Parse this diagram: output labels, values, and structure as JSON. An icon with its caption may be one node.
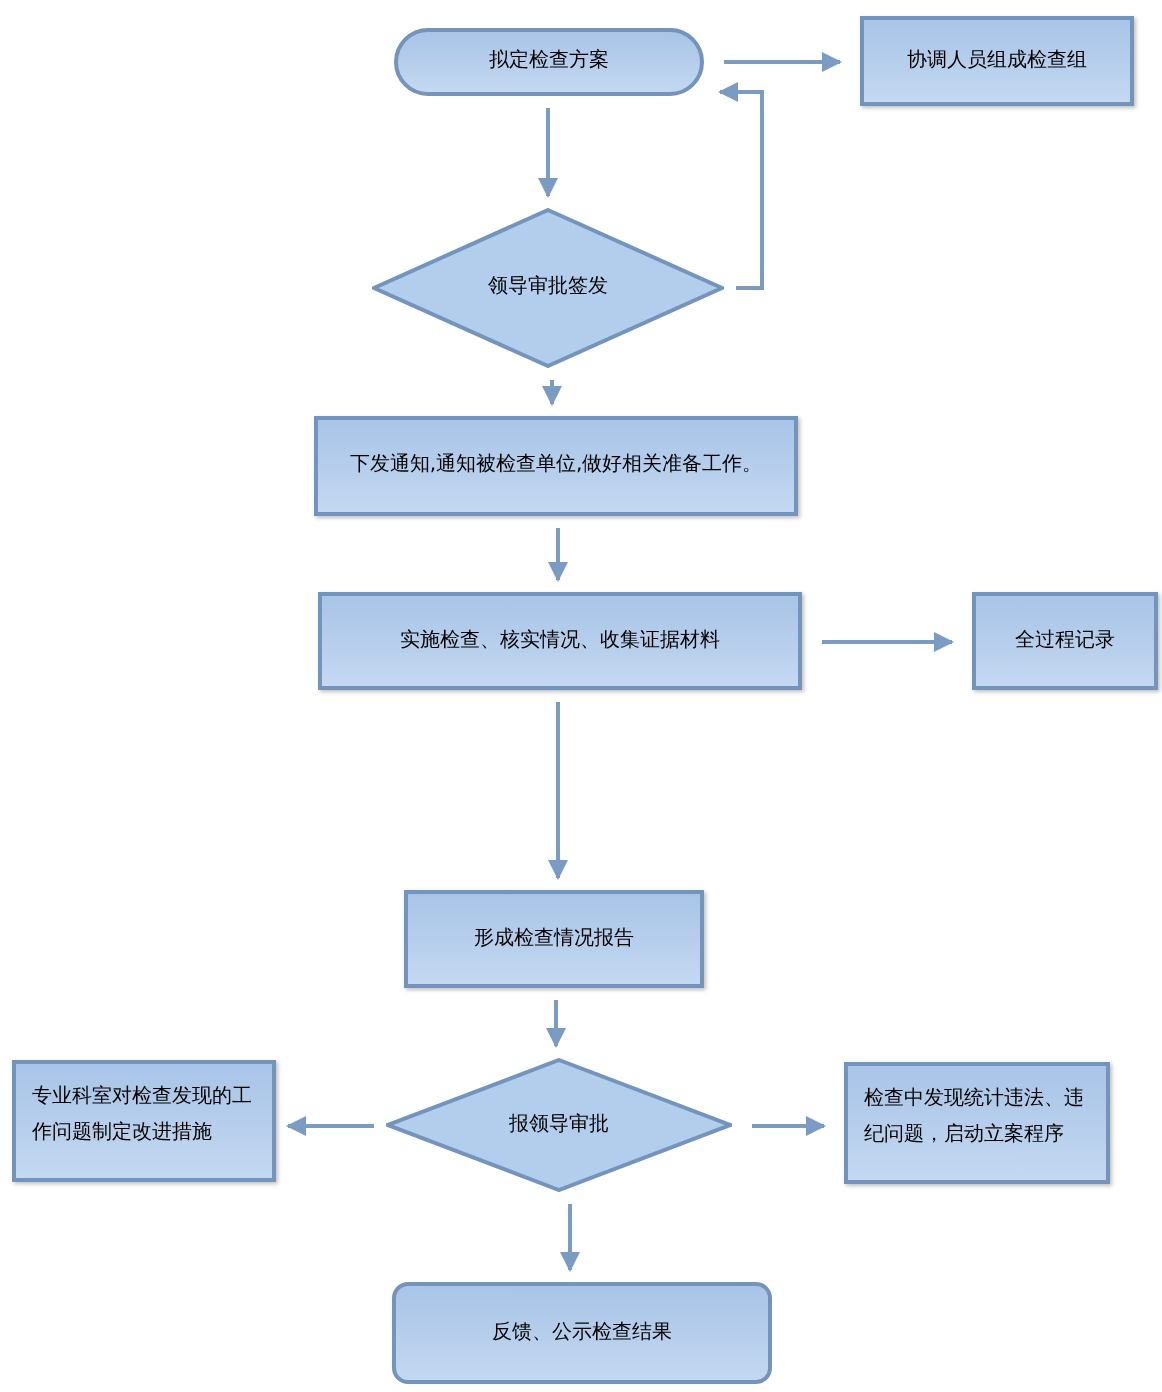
{
  "diagram": {
    "nodes": [
      {
        "text": [
          "拟定检查方案"
        ]
      },
      {
        "text": [
          "协调人员组成检查组"
        ]
      },
      {
        "text": [
          "领导审批签发"
        ]
      },
      {
        "text": [
          "下发通知,通知被检查单位,做好相关准备工作。"
        ]
      },
      {
        "text": [
          "实施检查、核实情况、收集证据材料"
        ]
      },
      {
        "text": [
          "全过程记录"
        ]
      },
      {
        "text": [
          "形成检查情况报告"
        ]
      },
      {
        "text": [
          "专业科室对检查发现的工作问题制定改进措施"
        ]
      },
      {
        "text": [
          "报领导审批"
        ]
      },
      {
        "text": [
          "检查中发现统计违法、违纪问题，启动立案程序"
        ]
      },
      {
        "text": [
          "反馈、公示检查结果"
        ]
      }
    ],
    "edges": [
      {
        "from": 0,
        "to": 1,
        "arrow": "to"
      },
      {
        "from": 0,
        "to": 2,
        "arrow": "to"
      },
      {
        "from": 2,
        "to": 0,
        "arrow": "to"
      },
      {
        "from": 2,
        "to": 3,
        "arrow": "to"
      },
      {
        "from": 3,
        "to": 4,
        "arrow": "to"
      },
      {
        "from": 4,
        "to": 5,
        "arrow": "to"
      },
      {
        "from": 4,
        "to": 6,
        "arrow": "to"
      },
      {
        "from": 6,
        "to": 8,
        "arrow": "to"
      },
      {
        "from": 8,
        "to": 7,
        "arrow": "to"
      },
      {
        "from": 8,
        "to": 9,
        "arrow": "to"
      },
      {
        "from": 8,
        "to": 10,
        "arrow": "to"
      }
    ]
  }
}
